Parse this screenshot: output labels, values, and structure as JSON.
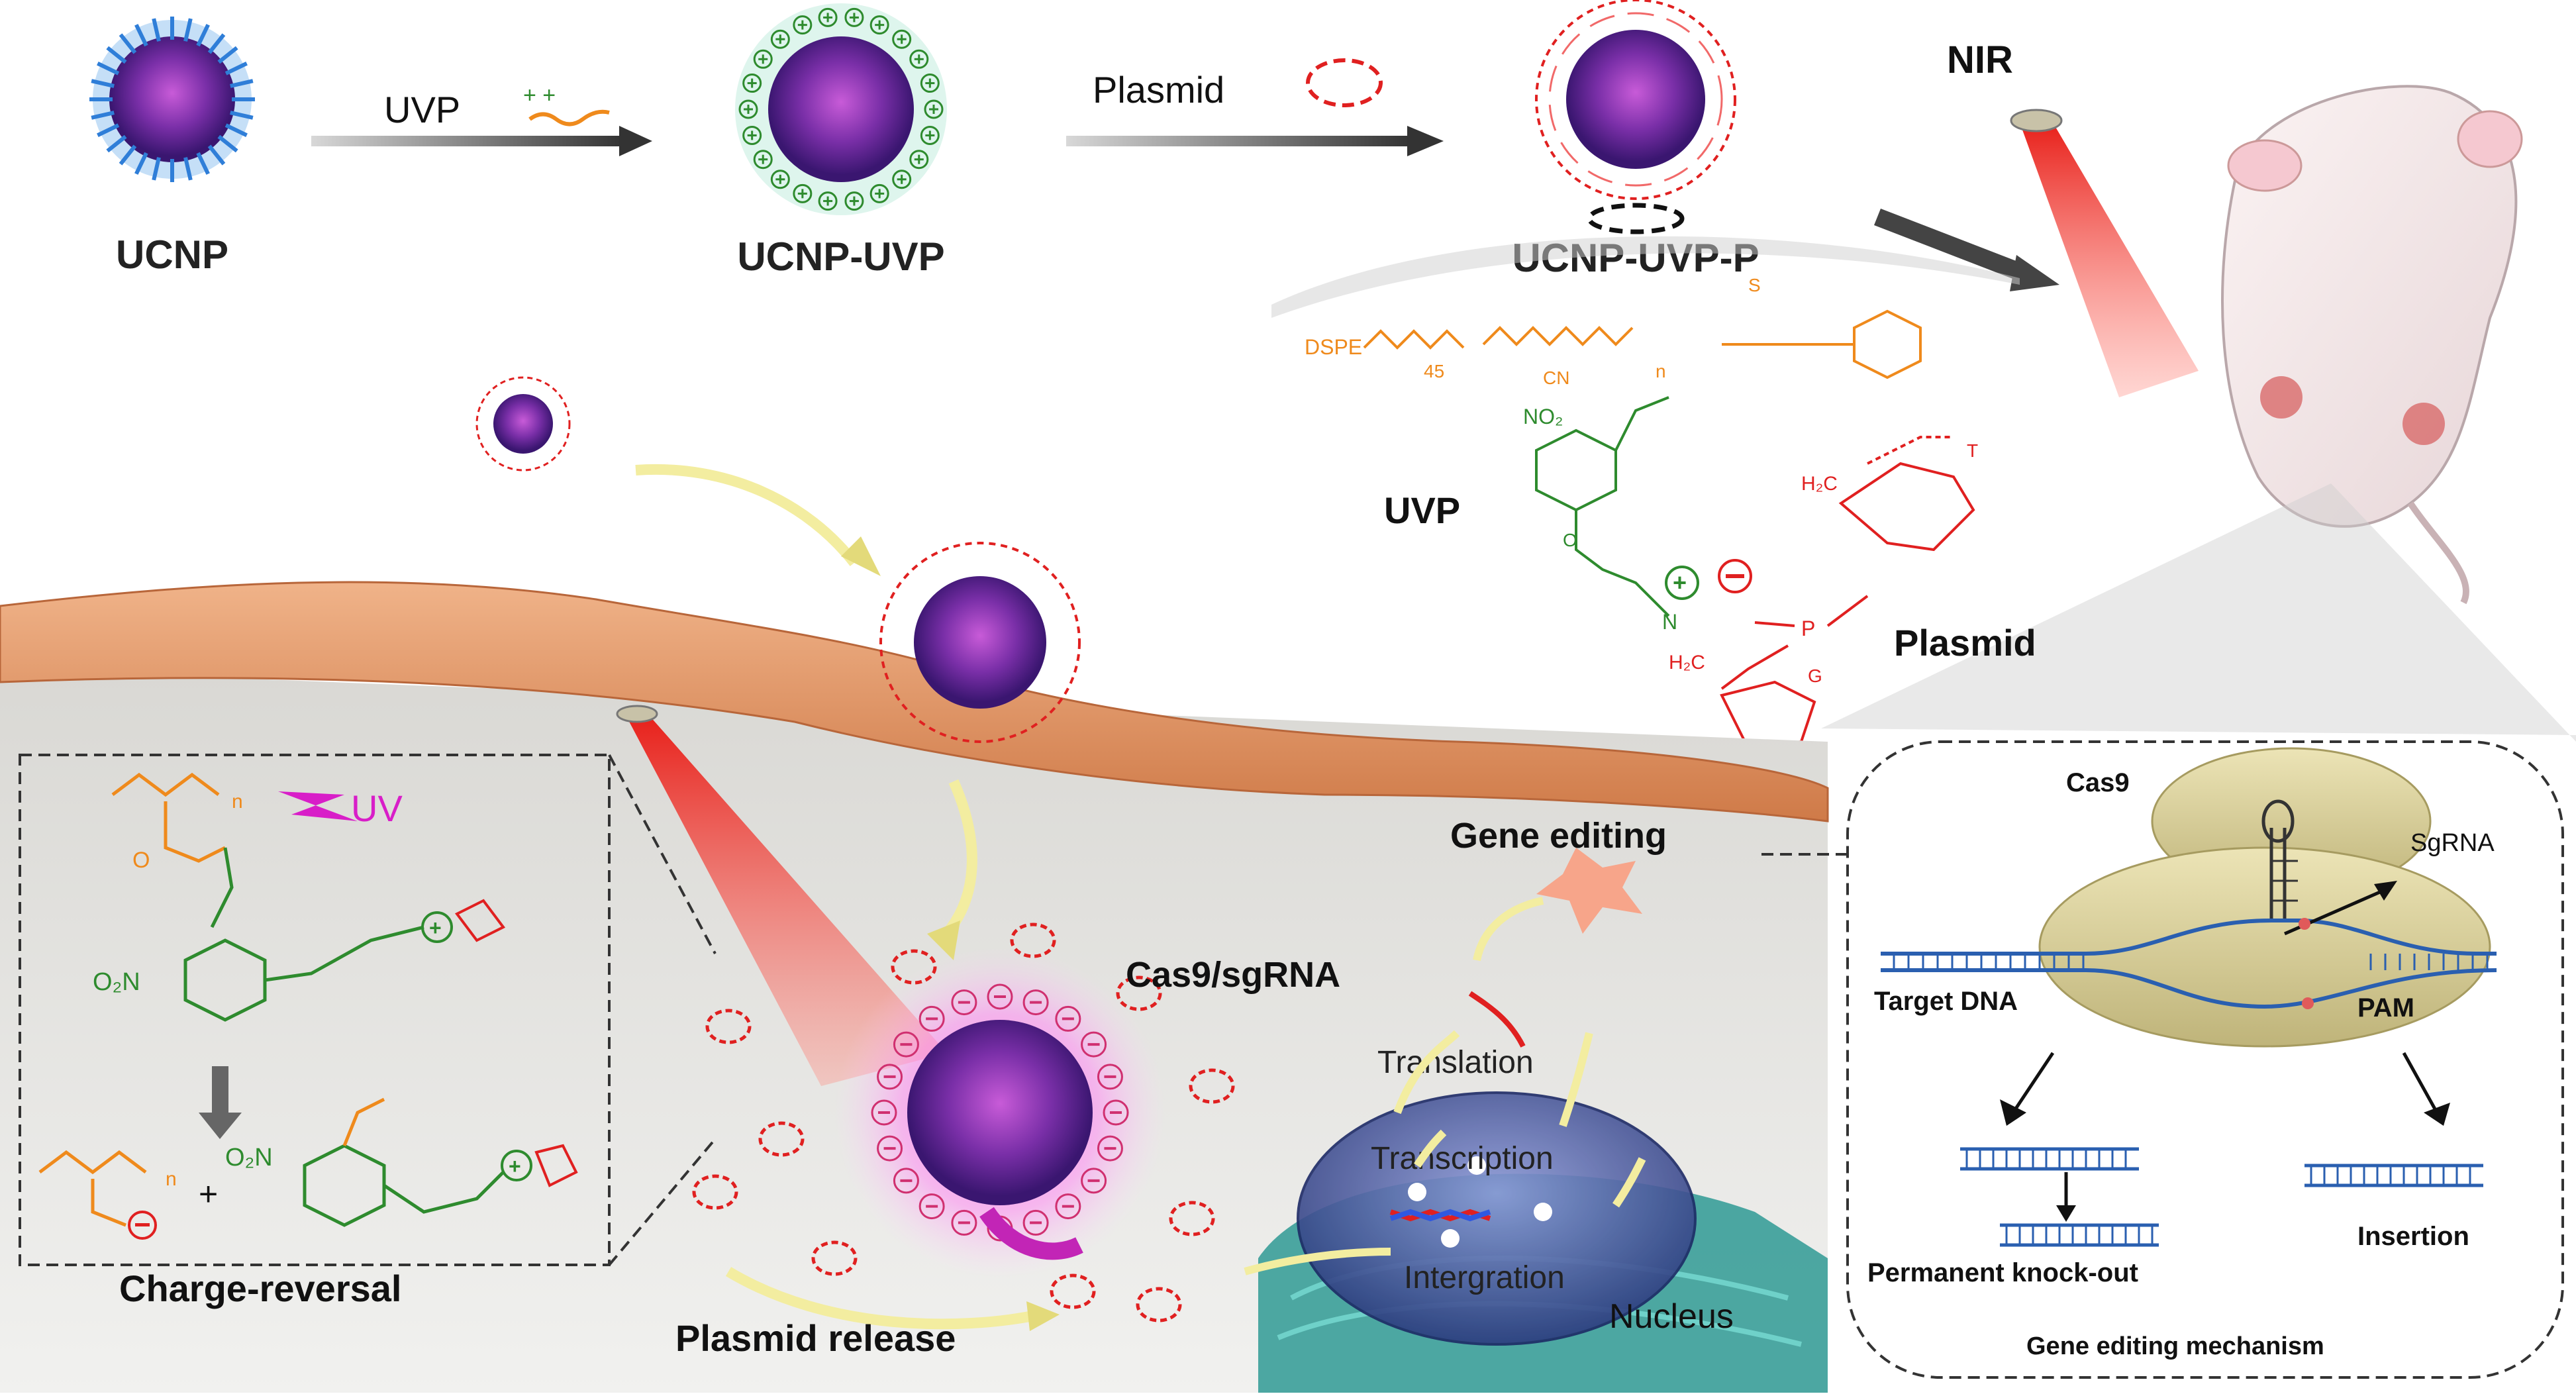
{
  "top_row": {
    "ucnp": "UCNP",
    "ucnp_uvp": "UCNP-UVP",
    "ucnp_uvp_p": "UCNP-UVP-P",
    "step1_label": "UVP",
    "step2_label": "Plasmid",
    "nir_label": "NIR"
  },
  "chemistry": {
    "dspe": "DSPE",
    "repeat_45": "45",
    "cn": "CN",
    "n": "n",
    "s": "S",
    "o": "O",
    "no2": "NO₂",
    "uvp_label": "UVP",
    "plasmid_label": "Plasmid",
    "h2c": "H₂C",
    "t": "T",
    "g": "G",
    "p": "P",
    "h": "H",
    "n_plus": "N"
  },
  "charge_reversal": {
    "uv_label": "UV",
    "no2_left": "O₂N",
    "no2_right": "O₂N",
    "n": "n",
    "caption": "Charge-reversal"
  },
  "cell": {
    "plasmid_release": "Plasmid release",
    "cas9_sgrna": "Cas9/sgRNA",
    "gene_editing": "Gene editing",
    "translation": "Translation",
    "transcription": "Transcription",
    "integration": "Intergration",
    "nucleus": "Nucleus"
  },
  "mechanism": {
    "cas9": "Cas9",
    "sgrna": "SgRNA",
    "target_dna": "Target DNA",
    "pam": "PAM",
    "knockout": "Permanent knock-out",
    "insertion": "Insertion",
    "caption": "Gene editing mechanism"
  },
  "colors": {
    "orange_chem": "#ef8a1c",
    "green_chem": "#2e8b2e",
    "red_chem": "#e02020",
    "magenta_uv": "#d81ec8",
    "membrane": "#e59a68",
    "cytoplasm": "#e9e9e6",
    "laser_red": "#e8201a",
    "nucleus_blue": "#3b4f9c",
    "er_teal": "#2f9a94",
    "cas9_tan": "#d8cf9c"
  }
}
